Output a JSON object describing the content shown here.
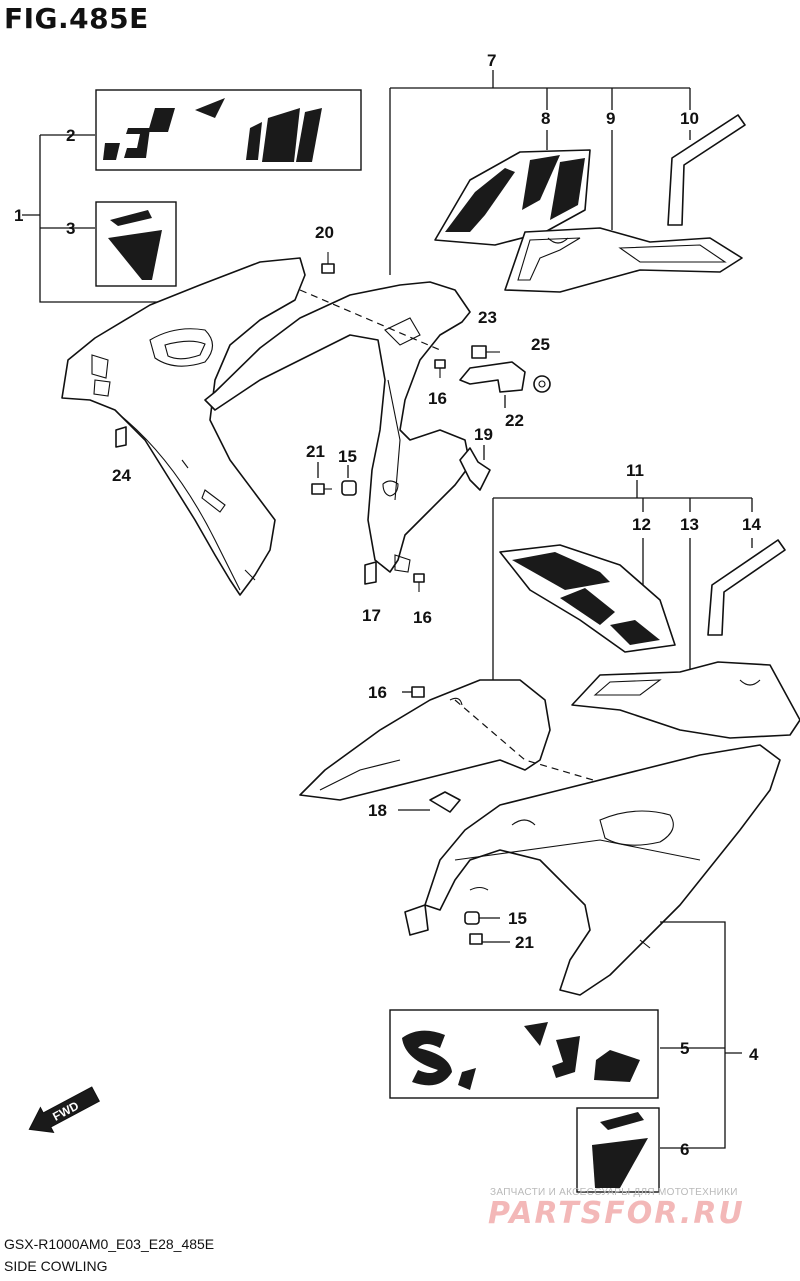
{
  "figure": {
    "title": "FIG.485E"
  },
  "callouts": {
    "c1": "1",
    "c2": "2",
    "c3": "3",
    "c4": "4",
    "c5": "5",
    "c6": "6",
    "c7": "7",
    "c8": "8",
    "c9": "9",
    "c10": "10",
    "c11": "11",
    "c12": "12",
    "c13": "13",
    "c14": "14",
    "c15a": "15",
    "c15b": "15",
    "c16a": "16",
    "c16b": "16",
    "c16c": "16",
    "c17": "17",
    "c18": "18",
    "c19": "19",
    "c20": "20",
    "c21a": "21",
    "c21b": "21",
    "c22": "22",
    "c23": "23",
    "c24": "24",
    "c25": "25"
  },
  "fwd_arrow": {
    "label": "FWD",
    "icon": "fwd-arrow-icon"
  },
  "footer": {
    "model_code": "GSX-R1000AM0_E03_E28_485E",
    "section_name": "SIDE COWLING"
  },
  "watermark": {
    "tagline": "ЗАПЧАСТИ И АКСЕССУАРЫ ДЛЯ МОТОТЕХНИКИ",
    "brand": "PARTSFOR.RU",
    "color": "#f3b8b8"
  }
}
